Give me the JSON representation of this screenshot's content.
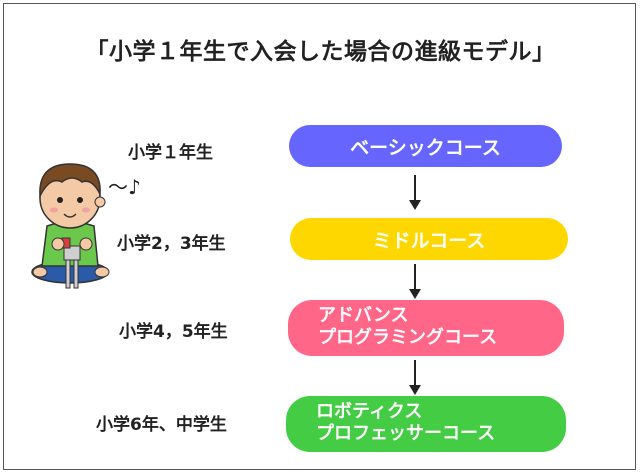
{
  "title": "「小学１年生で入会した場合の進級モデル」",
  "rows": [
    {
      "grade": "小学１年生",
      "course_lines": [
        "ベーシックコース"
      ],
      "color": "#6666ff"
    },
    {
      "grade": "小学2，3年生",
      "course_lines": [
        "ミドルコース"
      ],
      "color": "#ffd700"
    },
    {
      "grade": "小学4，5年生",
      "course_lines": [
        "アドバンス",
        "プログラミングコース"
      ],
      "color": "#ff6688"
    },
    {
      "grade": "小学6年、中学生",
      "course_lines": [
        "ロボティクス",
        "プロフェッサーコース"
      ],
      "color": "#44cc44"
    }
  ],
  "decoration": {
    "hum": "～♪"
  }
}
